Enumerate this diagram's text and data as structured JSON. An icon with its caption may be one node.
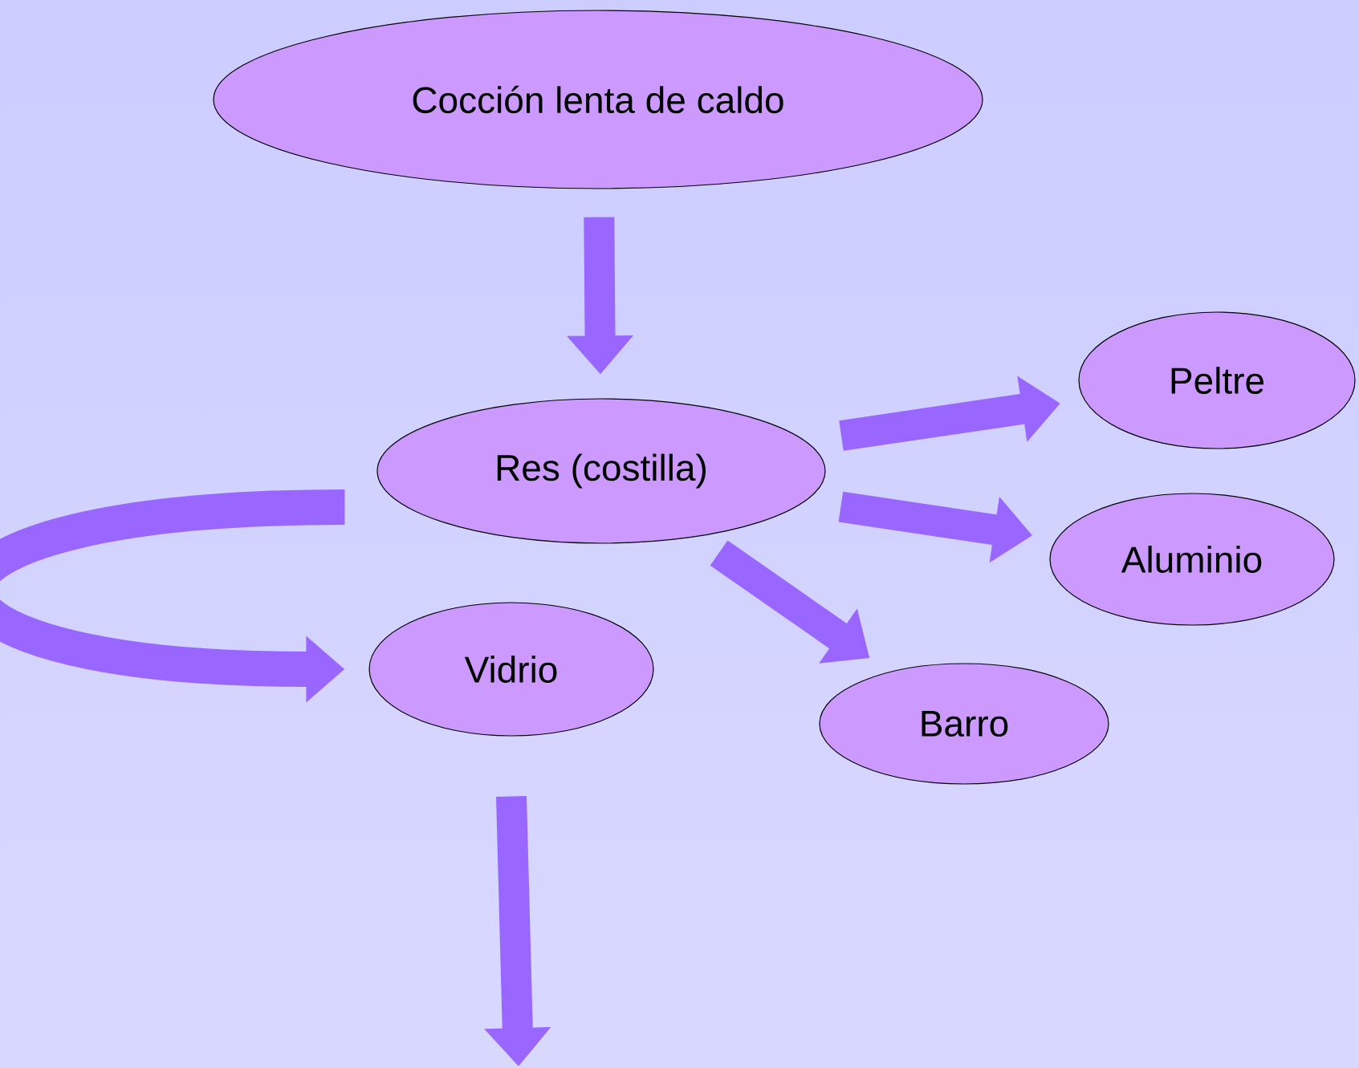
{
  "diagram": {
    "nodes": [
      {
        "text": [
          "Cocción lenta de caldo"
        ]
      },
      {
        "text": [
          "Res (costilla)"
        ]
      },
      {
        "text": [
          "Peltre"
        ]
      },
      {
        "text": [
          "Aluminio"
        ]
      },
      {
        "text": [
          "Vidrio"
        ]
      },
      {
        "text": [
          "Barro"
        ]
      }
    ],
    "edges": [
      {
        "from": 0,
        "to": 1,
        "arrow": "to"
      },
      {
        "from": 1,
        "to": 2,
        "arrow": "to"
      },
      {
        "from": 1,
        "to": 3,
        "arrow": "to"
      },
      {
        "from": 1,
        "to": 5,
        "arrow": "to"
      },
      {
        "from": 1,
        "to": 4,
        "arrow": "to"
      },
      {
        "from": 4,
        "to": null,
        "arrow": "to"
      }
    ]
  }
}
